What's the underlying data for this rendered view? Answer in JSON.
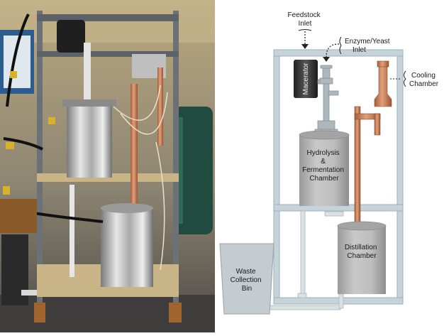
{
  "labels": {
    "feedstock_inlet": [
      "Feedstock",
      "Inlet"
    ],
    "enzyme_inlet": [
      "Enzyme/Yeast",
      "Inlet"
    ],
    "cooling_chamber": [
      "Cooling",
      "Chamber"
    ],
    "macerator": "Macerator",
    "hydrolysis_chamber": [
      "Hydrolysis",
      "&",
      "Fermentation",
      "Chamber"
    ],
    "distillation_chamber": [
      "Distillation",
      "Chamber"
    ],
    "waste_bin": [
      "Waste",
      "Collection",
      "Bin"
    ]
  },
  "colors": {
    "frame": "#c7d3da",
    "frame_edge": "#9fb0ba",
    "chamber_gray": "#b8b8b8",
    "copper": "#c87f57",
    "macerator": "#3d3d3d",
    "pipe_light": "#d9e1e5"
  }
}
